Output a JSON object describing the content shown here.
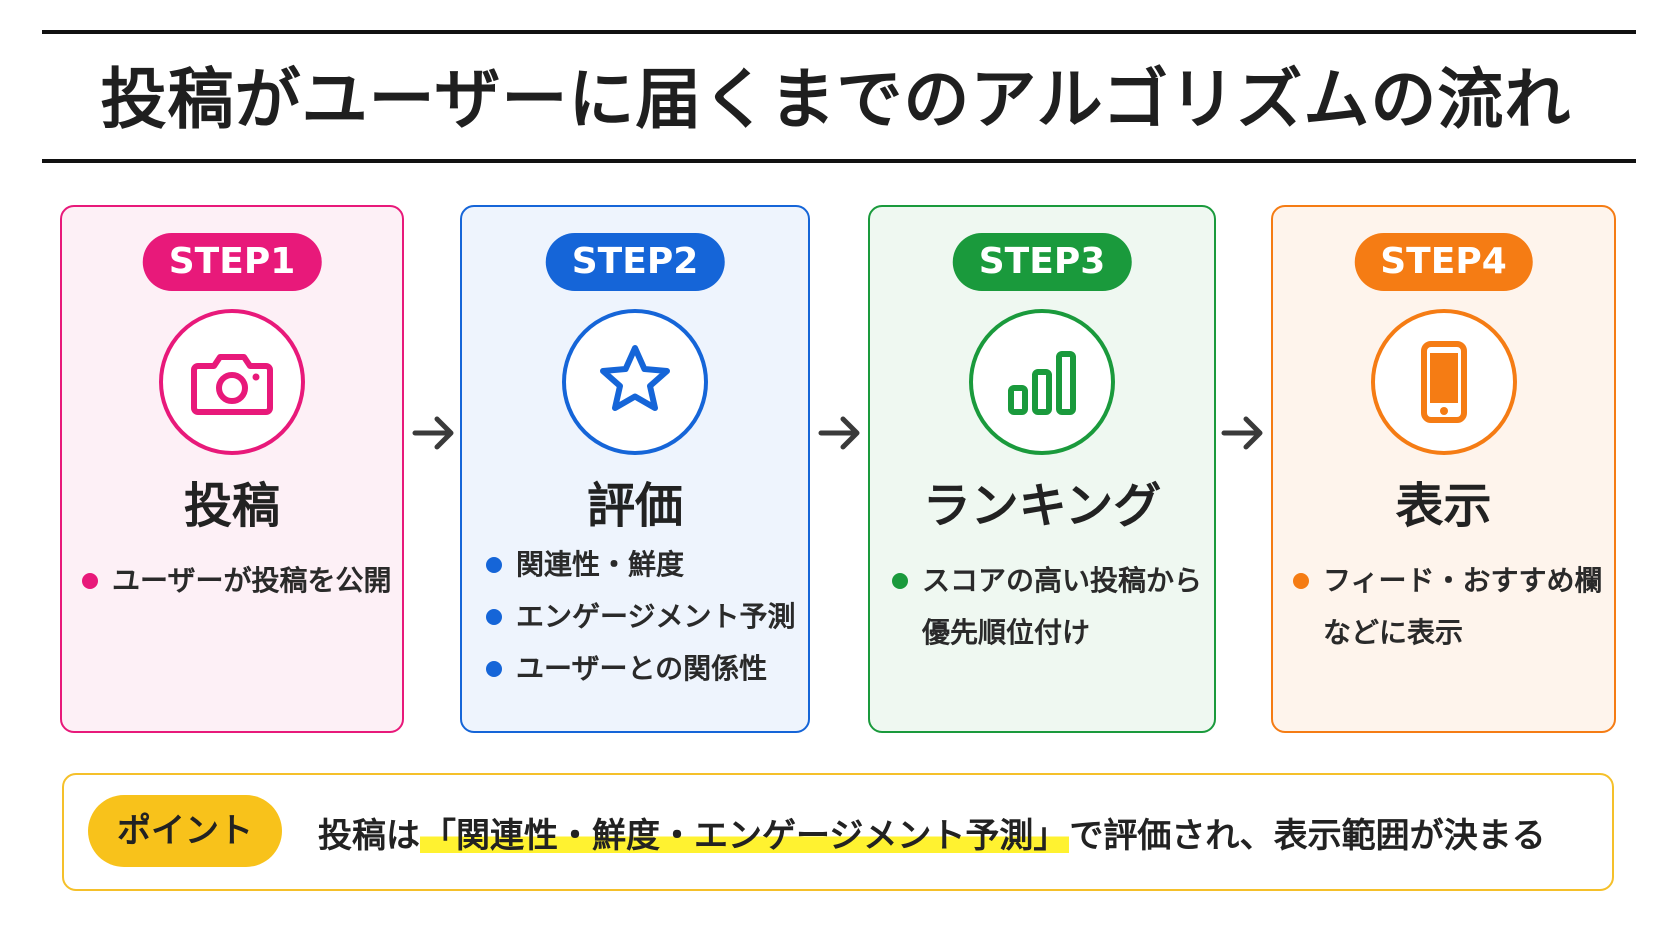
{
  "title": "投稿がユーザーに届くまでのアルゴリズムの流れ",
  "colors": {
    "step1": "#e8197a",
    "step2": "#1565d8",
    "step3": "#1a9a3c",
    "step4": "#f57c14",
    "point": "#f8c21b",
    "highlight": "#fff230"
  },
  "steps": [
    {
      "badge": "STEP1",
      "icon": "camera-icon",
      "title": "投稿",
      "bullets": [
        [
          "ユーザーが投稿を公開"
        ]
      ]
    },
    {
      "badge": "STEP2",
      "icon": "star-icon",
      "title": "評価",
      "bullets": [
        [
          "関連性・鮮度"
        ],
        [
          "エンゲージメント予測"
        ],
        [
          "ユーザーとの関係性"
        ]
      ]
    },
    {
      "badge": "STEP3",
      "icon": "bar-chart-icon",
      "title": "ランキング",
      "bullets": [
        [
          "スコアの高い投稿から",
          "優先順位付け"
        ]
      ]
    },
    {
      "badge": "STEP4",
      "icon": "smartphone-icon",
      "title": "表示",
      "bullets": [
        [
          "フィード・おすすめ欄",
          "などに表示"
        ]
      ]
    }
  ],
  "point": {
    "label": "ポイント",
    "text_before": "投稿は",
    "highlight": "「関連性・鮮度・エンゲージメント予測」",
    "text_after": "で評価され、表示範囲が決まる"
  }
}
